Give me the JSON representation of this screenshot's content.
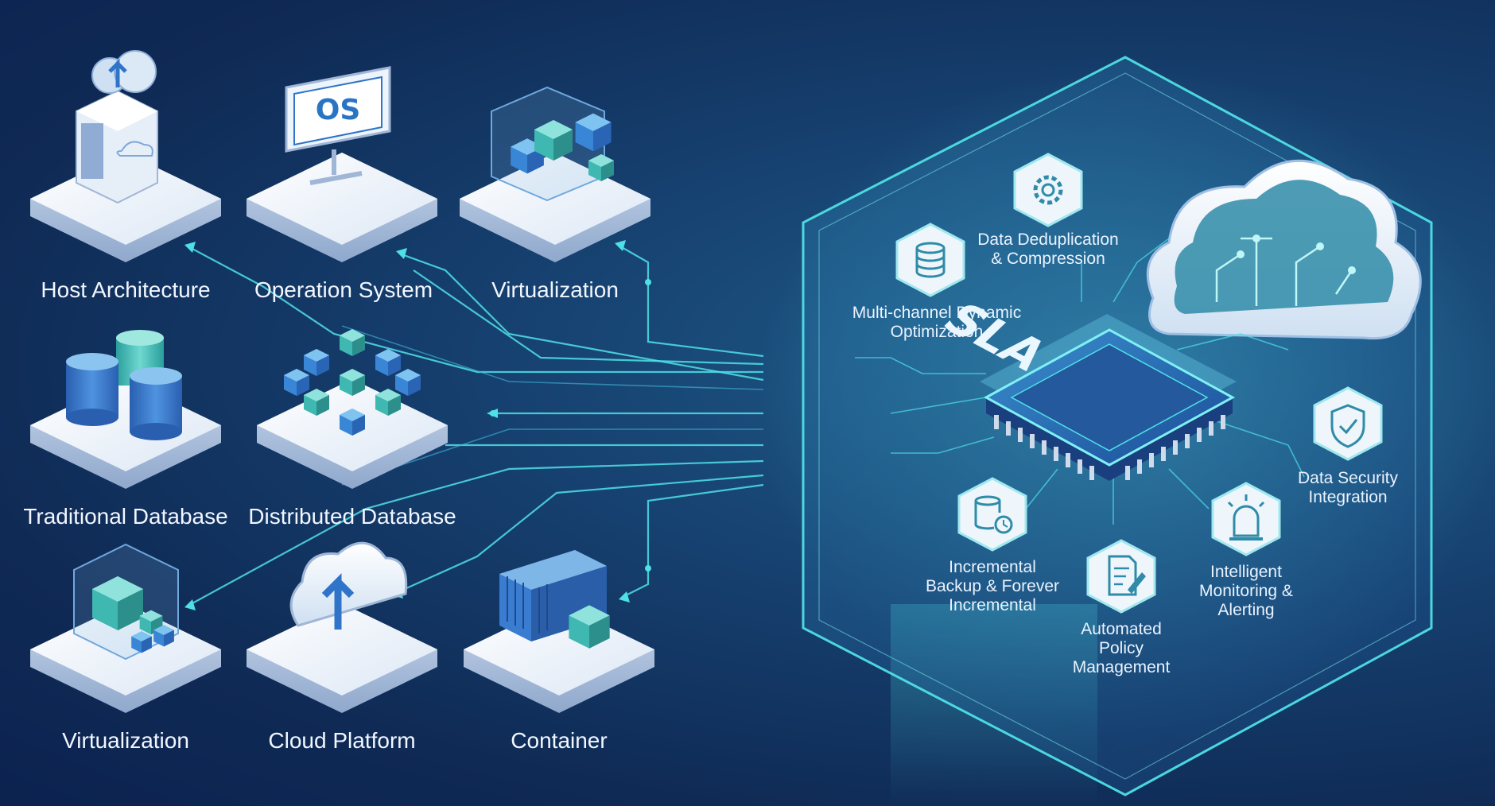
{
  "sources": [
    {
      "id": "host-architecture",
      "label": "Host Architecture",
      "icon": "server-cloud-upload-icon"
    },
    {
      "id": "operation-system",
      "label": "Operation System",
      "icon": "os-monitor-icon"
    },
    {
      "id": "virtualization-top",
      "label": "Virtualization",
      "icon": "virtual-cubes-icon"
    },
    {
      "id": "traditional-database",
      "label": "Traditional Database",
      "icon": "database-stack-icon"
    },
    {
      "id": "distributed-database",
      "label": "Distributed Database",
      "icon": "distributed-cubes-icon"
    },
    {
      "id": "virtualization-bottom",
      "label": "Virtualization",
      "icon": "virtual-cubes-icon"
    },
    {
      "id": "cloud-platform",
      "label": "Cloud Platform",
      "icon": "cloud-upload-icon"
    },
    {
      "id": "container",
      "label": "Container",
      "icon": "shipping-container-icon"
    }
  ],
  "hub": {
    "chip_label": "SLA",
    "features": [
      {
        "id": "data-dedup",
        "lines": [
          "Data Deduplication",
          "& Compression"
        ],
        "icon": "gear-icon"
      },
      {
        "id": "multichannel",
        "lines": [
          "Multi-channel Dynamic",
          "Optimization"
        ],
        "icon": "database-icon"
      },
      {
        "id": "data-security",
        "lines": [
          "Data Security",
          "Integration"
        ],
        "icon": "shield-check-icon"
      },
      {
        "id": "incremental",
        "lines": [
          "Incremental",
          "Backup & Forever",
          "Incremental"
        ],
        "icon": "database-clock-icon"
      },
      {
        "id": "automated-policy",
        "lines": [
          "Automated",
          "Policy",
          "Management"
        ],
        "icon": "document-edit-icon"
      },
      {
        "id": "monitoring",
        "lines": [
          "Intelligent",
          "Monitoring &",
          "Alerting"
        ],
        "icon": "alarm-light-icon"
      }
    ]
  },
  "colors": {
    "background": "#12386a",
    "accent": "#4fe0e6",
    "tile_top": "#f3f7fc",
    "icon_blue": "#2f74c8",
    "icon_teal": "#36b8b6"
  }
}
